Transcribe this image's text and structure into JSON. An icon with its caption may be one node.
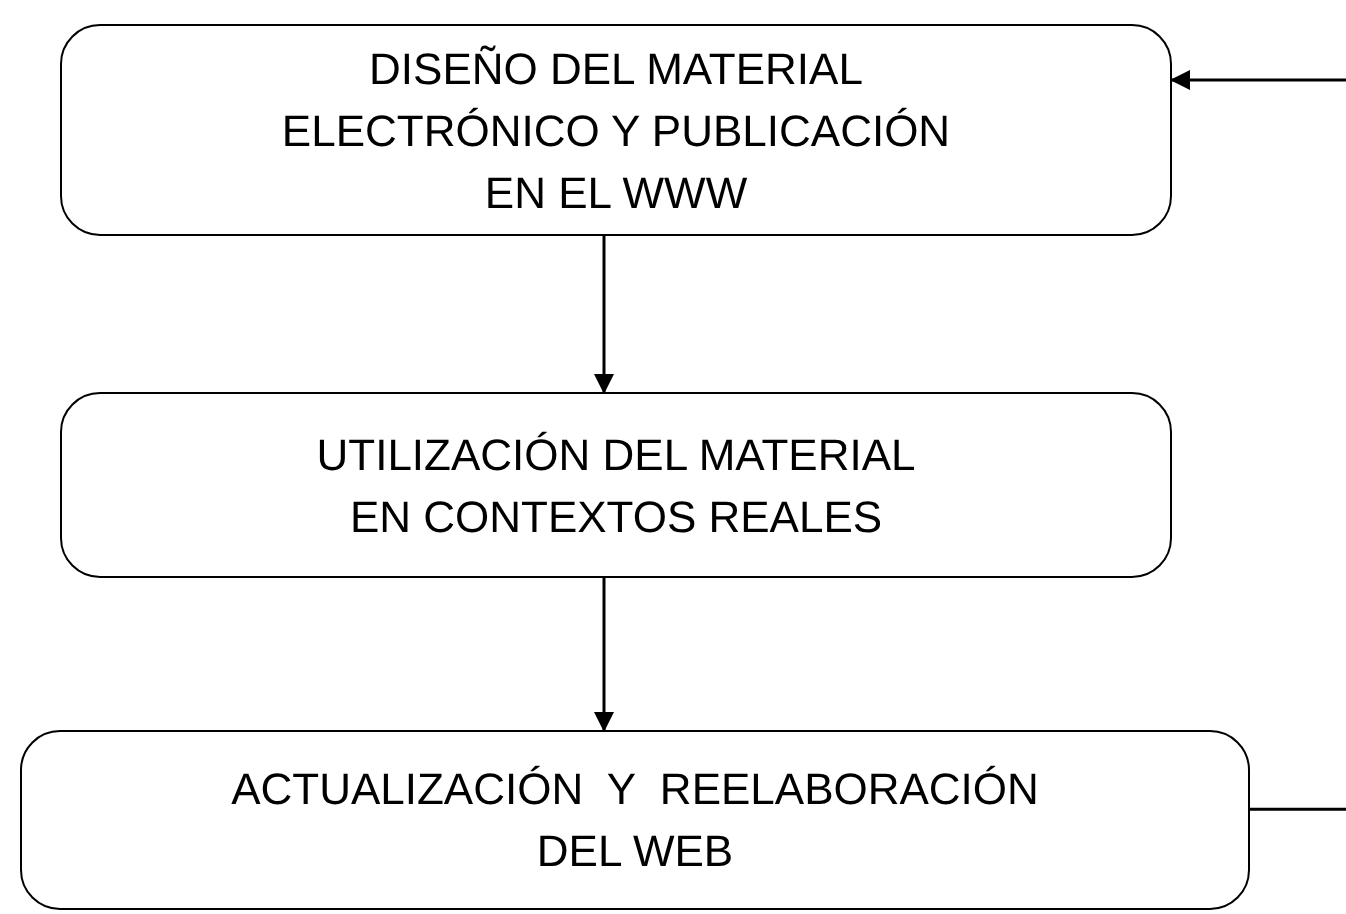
{
  "diagram": {
    "nodes": [
      {
        "text": [
          "DISEÑO DEL MATERIAL ELECTRÓNICO Y PUBLICACIÓN EN EL WWW"
        ]
      },
      {
        "text": [
          "UTILIZACIÓN DEL MATERIAL EN CONTEXTOS REALES"
        ]
      },
      {
        "text": [
          "ACTUALIZACIÓN  Y  REELABORACIÓN DEL WEB"
        ]
      }
    ],
    "edges": [
      {
        "from": 0,
        "to": 1,
        "arrow": "to"
      },
      {
        "from": 1,
        "to": 2,
        "arrow": "to"
      },
      {
        "from": 2,
        "to": 0,
        "arrow": "to"
      }
    ]
  }
}
